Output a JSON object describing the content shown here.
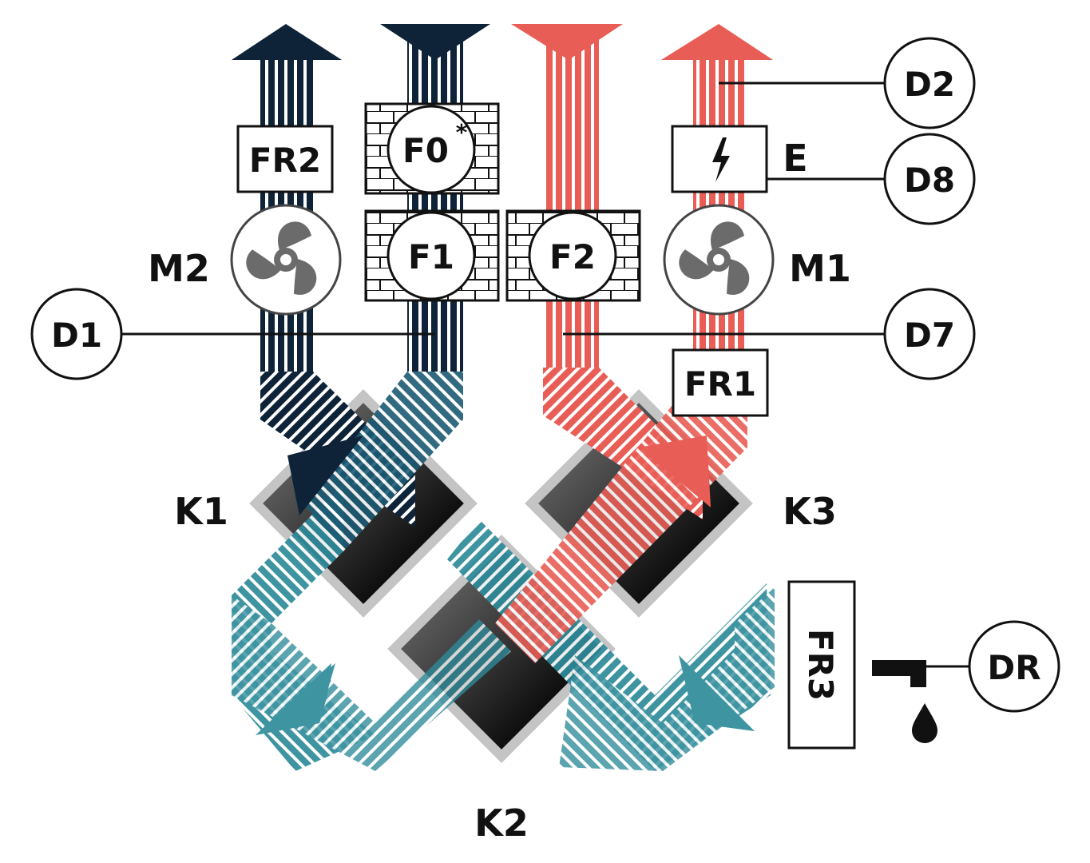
{
  "colors": {
    "supply_dark": "#0e2338",
    "supply_red": "#e85d55",
    "teal": "#2e8b9a",
    "exchanger_dark": "#1c1c1c",
    "exchanger_border": "#c4c4c4",
    "fan_gray": "#6b6b6b",
    "line": "#111111"
  },
  "components": {
    "fr2": "FR2",
    "fr1": "FR1",
    "fr3": "FR3",
    "f0": "F0",
    "f0_mark": "*",
    "f1": "F1",
    "f2": "F2",
    "heater": "E",
    "m2": "M2",
    "m1": "M1",
    "k1": "K1",
    "k2": "K2",
    "k3": "K3"
  },
  "sensors": {
    "d1": "D1",
    "d2": "D2",
    "d7": "D7",
    "d8": "D8",
    "dr": "DR"
  },
  "icons": {
    "fan": "fan-icon",
    "heater": "lightning-bolt-icon",
    "drain": "drain-tap-icon",
    "drop": "water-drop-icon"
  }
}
